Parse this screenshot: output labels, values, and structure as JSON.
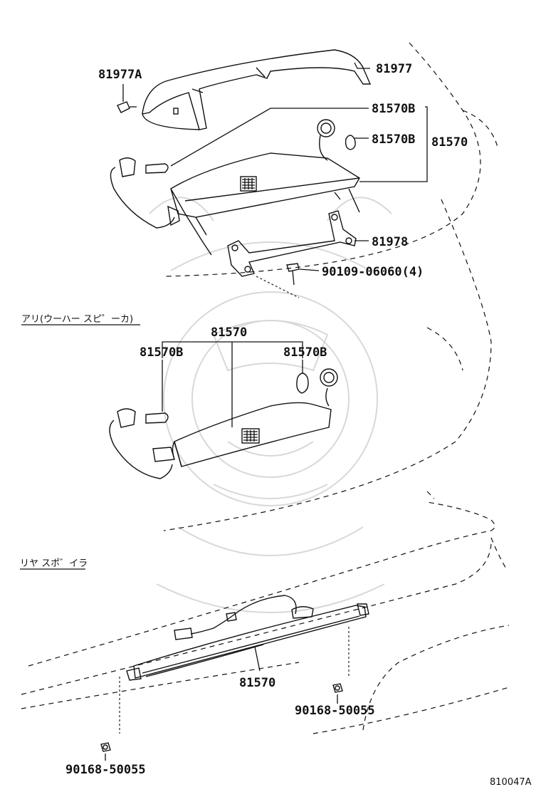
{
  "sections": {
    "upper": {
      "labels": {
        "p81977A": "81977A",
        "p81977": "81977",
        "p81570B_a": "81570B",
        "p81570B_b": "81570B",
        "p81570": "81570",
        "p81978": "81978",
        "p90109": "90109-06060(4)"
      }
    },
    "with_spoiler": {
      "title": "アリ(ウーハー スピ゜ーカ)",
      "labels": {
        "p81570": "81570",
        "p81570B_left": "81570B",
        "p81570B_right": "81570B"
      }
    },
    "rear_spoiler": {
      "title": "リヤ スポ゛イラ",
      "labels": {
        "p81570": "81570",
        "p90168_right": "90168-50055",
        "p90168_left": "90168-50055"
      }
    }
  },
  "diagram_code": "810047A"
}
